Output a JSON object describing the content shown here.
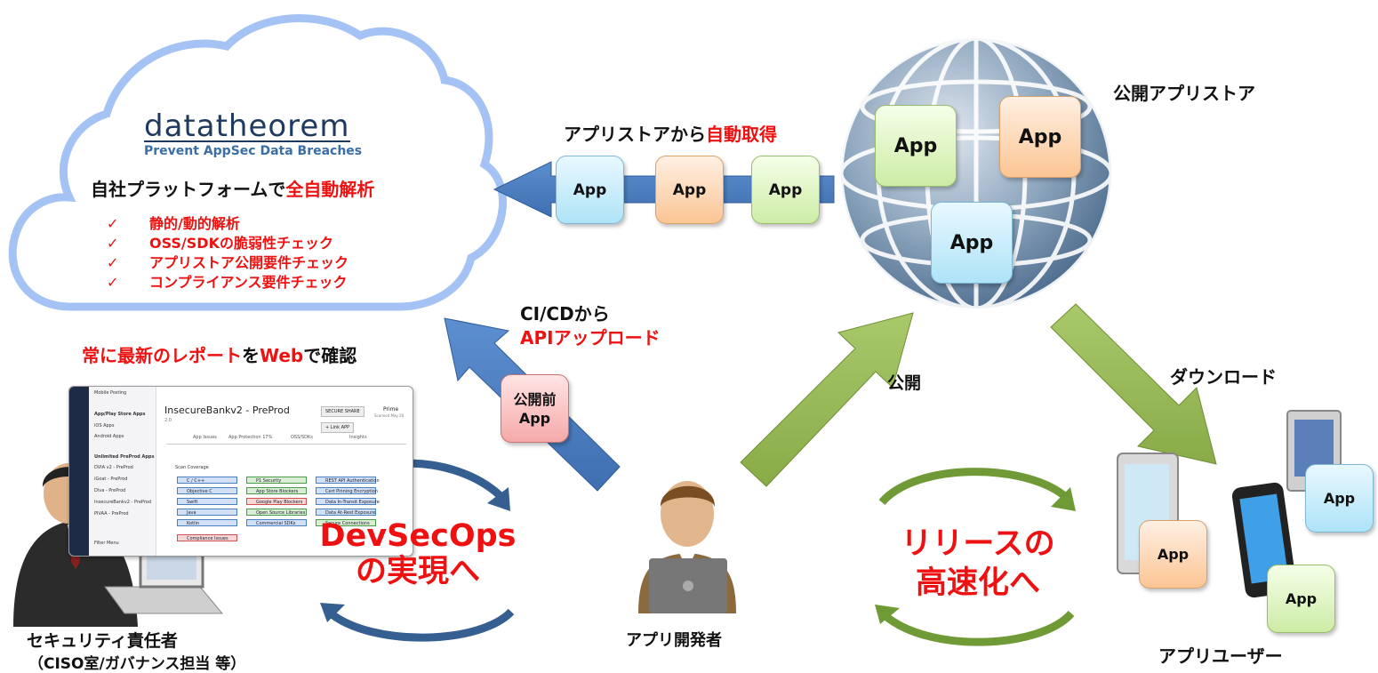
{
  "cloud": {
    "logo_text": "datatheorem",
    "logo_tagline": "Prevent AppSec Data Breaches",
    "headline_prefix": "自社プラットフォームで",
    "headline_highlight": "全自動解析",
    "check_mark": "✓",
    "checks": [
      "静的/動的解析",
      "OSS/SDKの脆弱性チェック",
      "アプリストア公開要件チェック",
      "コンプライアンス要件チェック"
    ]
  },
  "store_fetch": {
    "label_prefix": "アプリストアから",
    "label_highlight": "自動取得",
    "apps": [
      "App",
      "App",
      "App"
    ]
  },
  "store": {
    "label": "公開アプリストア",
    "apps": [
      "App",
      "App",
      "App"
    ]
  },
  "report_label": {
    "p1": "常に最新の",
    "p2": "レポート",
    "p3": "を",
    "p4": "Web",
    "p5": "で確認"
  },
  "cicd": {
    "line1": "CI/CDから",
    "line2": "APIアップロード",
    "badge_line1": "公開前",
    "badge_line2": "App"
  },
  "publish_label": "公開",
  "download_label": "ダウンロード",
  "devsecops": {
    "line1": "DevSecOps",
    "line2": "の実現へ"
  },
  "release": {
    "line1": "リリースの",
    "line2": "高速化へ"
  },
  "people": {
    "security_line1": "セキュリティ責任者",
    "security_line2": "（CISO室/ガバナンス担当 等）",
    "developer": "アプリ開発者",
    "users": "アプリユーザー"
  },
  "user_apps": [
    "App",
    "App",
    "App"
  ],
  "screenshot": {
    "sidebar_top": "Mobile Posting",
    "section1": "App/Play Store Apps",
    "items1": [
      "iOS Apps",
      "Android Apps"
    ],
    "section2": "Unlimited PreProd Apps",
    "items2": [
      "DVIA v2 - PreProd",
      "iGoat - PreProd",
      "Diva - PreProd",
      "InsecureBankv2 - PreProd",
      "PIVAA - PreProd"
    ],
    "filter": "Filter Menu",
    "title": "InsecureBankv2 - PreProd",
    "version": "2.0",
    "secure_share": "SECURE SHARE",
    "link_app": "+ Link APP",
    "plan": "Prime",
    "scanned": "Scanned May 20",
    "tabs": [
      "App Issues",
      "App Protection 17%",
      "OSS/SDKs",
      "Insights"
    ],
    "scan_coverage": "Scan Coverage",
    "col1": [
      "C / C++",
      "Objective C",
      "Swift",
      "Java",
      "Kotlin"
    ],
    "col2": [
      "P1 Security",
      "App Store Blockers",
      "Google Play Blockers",
      "Open Source Libraries",
      "Commercial SDKs"
    ],
    "col3": [
      "REST API Authentication",
      "Cert Pinning Encryption",
      "Data In-Transit Exposure",
      "Data At-Rest Exposure",
      "Secure Connections"
    ],
    "extra": "Compliance Issues"
  },
  "colors": {
    "accent_red": "#ee1111",
    "arrow_blue": "#4f81bd",
    "arrow_green": "#9bbb59"
  }
}
